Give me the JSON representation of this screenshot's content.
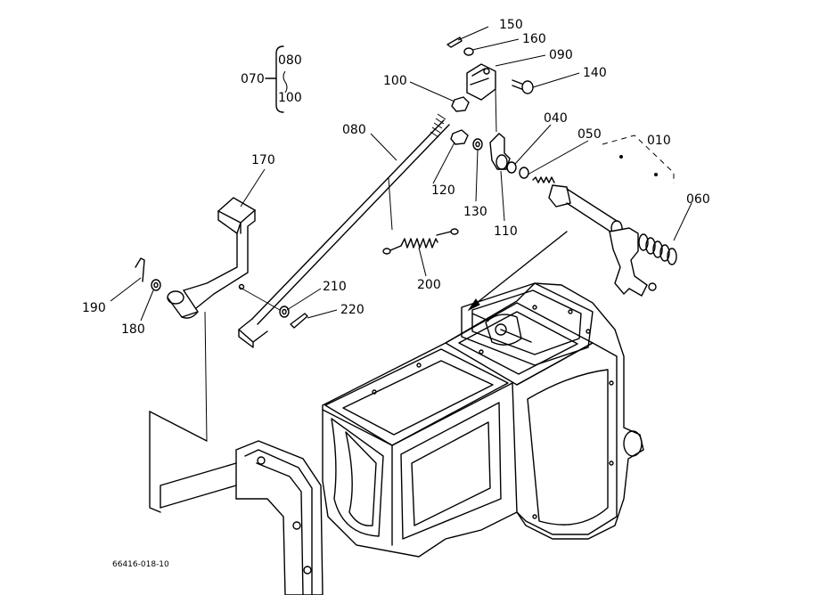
{
  "labels": {
    "p010": "010",
    "p040": "040",
    "p050": "050",
    "p060": "060",
    "p070": "070",
    "p080_bracket": "080",
    "p100_bracket": "100",
    "p080": "080",
    "p090": "090",
    "p100": "100",
    "p110": "110",
    "p120": "120",
    "p130": "130",
    "p140": "140",
    "p150": "150",
    "p160": "160",
    "p170": "170",
    "p180": "180",
    "p190": "190",
    "p200": "200",
    "p210": "210",
    "p220": "220"
  },
  "drawing_number": "66416-018-10"
}
